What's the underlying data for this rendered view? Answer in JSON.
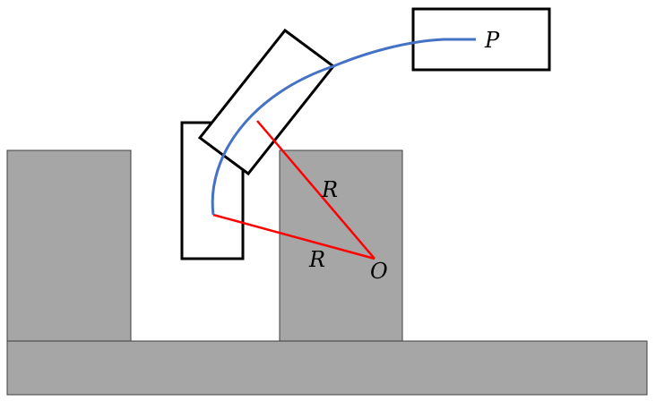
{
  "labels": {
    "point_p": "P",
    "center_o": "O",
    "radius_upper": "R",
    "radius_lower": "R"
  },
  "colors": {
    "block_fill": "#a6a6a6",
    "block_stroke": "#3f3f3f",
    "outline": "#000000",
    "path": "#4472c4",
    "radius": "#ff0000"
  }
}
